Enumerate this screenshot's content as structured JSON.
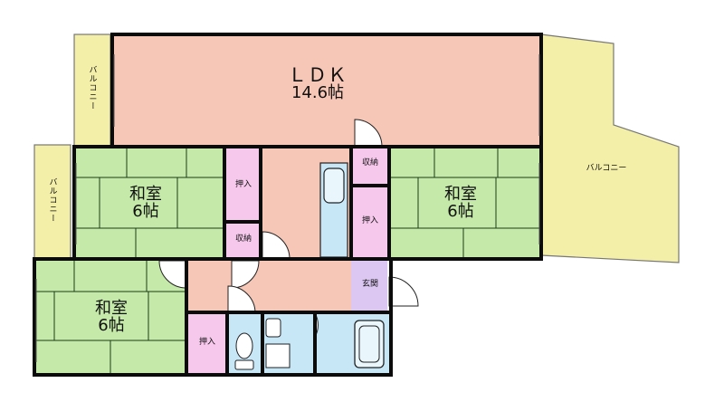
{
  "colors": {
    "ldk": "#f6c6b6",
    "washitsu": "#c4e9a8",
    "oshiire": "#f6c8ec",
    "balcony": "#f3efa8",
    "wet": "#c7e6f6",
    "entrance": "#dcc6f2",
    "wall": "#0b0b0b"
  },
  "rooms": {
    "ldk": {
      "name": "ＬＤＫ",
      "size": "14.6帖"
    },
    "washitsu_north_left": {
      "name": "和室",
      "size": "6帖"
    },
    "washitsu_north_right": {
      "name": "和室",
      "size": "6帖"
    },
    "washitsu_south": {
      "name": "和室",
      "size": "6帖"
    }
  },
  "labels": {
    "oshiire_a": "押入",
    "oshiire_b": "押入",
    "oshiire_c": "押入",
    "shuno_a": "収納",
    "shuno_b": "収納",
    "genkan": "玄関",
    "balcony_right": "バルコニー",
    "balcony_top_left": "バルコニー",
    "balcony_left": "バルコニー"
  }
}
